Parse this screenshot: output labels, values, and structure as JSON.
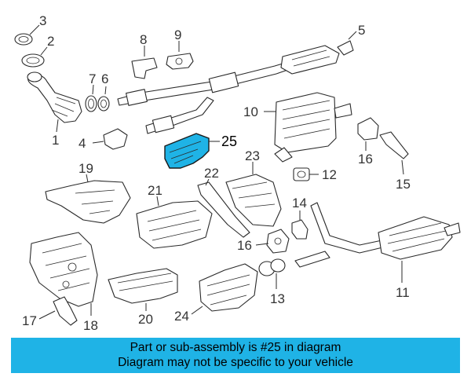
{
  "callouts": [
    "1",
    "2",
    "3",
    "4",
    "5",
    "6",
    "7",
    "8",
    "9",
    "10",
    "11",
    "12",
    "13",
    "14",
    "15",
    "16",
    "16",
    "17",
    "18",
    "19",
    "20",
    "21",
    "22",
    "23",
    "24",
    "25"
  ],
  "highlighted_part": "25",
  "highlight_color": "#1fb3e6",
  "banner": {
    "line1": "Part or sub-assembly is #25 in diagram",
    "line2": "Diagram may not be specific to your vehicle"
  }
}
